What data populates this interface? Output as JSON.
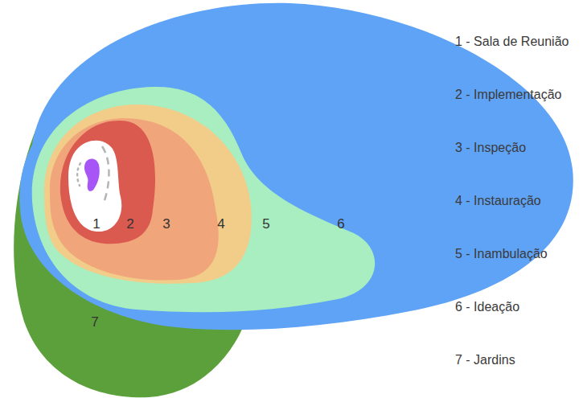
{
  "diagram": {
    "nodes": [
      {
        "text": [
          "7"
        ]
      },
      {
        "text": [
          "6"
        ]
      },
      {
        "text": [
          "5"
        ],
        "in": 1
      },
      {
        "text": [
          "4"
        ],
        "in": 2
      },
      {
        "text": [
          "3"
        ],
        "in": 3
      },
      {
        "text": [
          "2"
        ],
        "in": 4
      },
      {
        "text": [
          "1"
        ],
        "in": 5
      }
    ],
    "labels": [
      "1 - Sala de Reunião",
      "2 - Implementação",
      "3 - Inspeção",
      "4 - Instauração",
      "5 - Inambulação",
      "6 - Ideação",
      "7 - Jardins"
    ]
  }
}
